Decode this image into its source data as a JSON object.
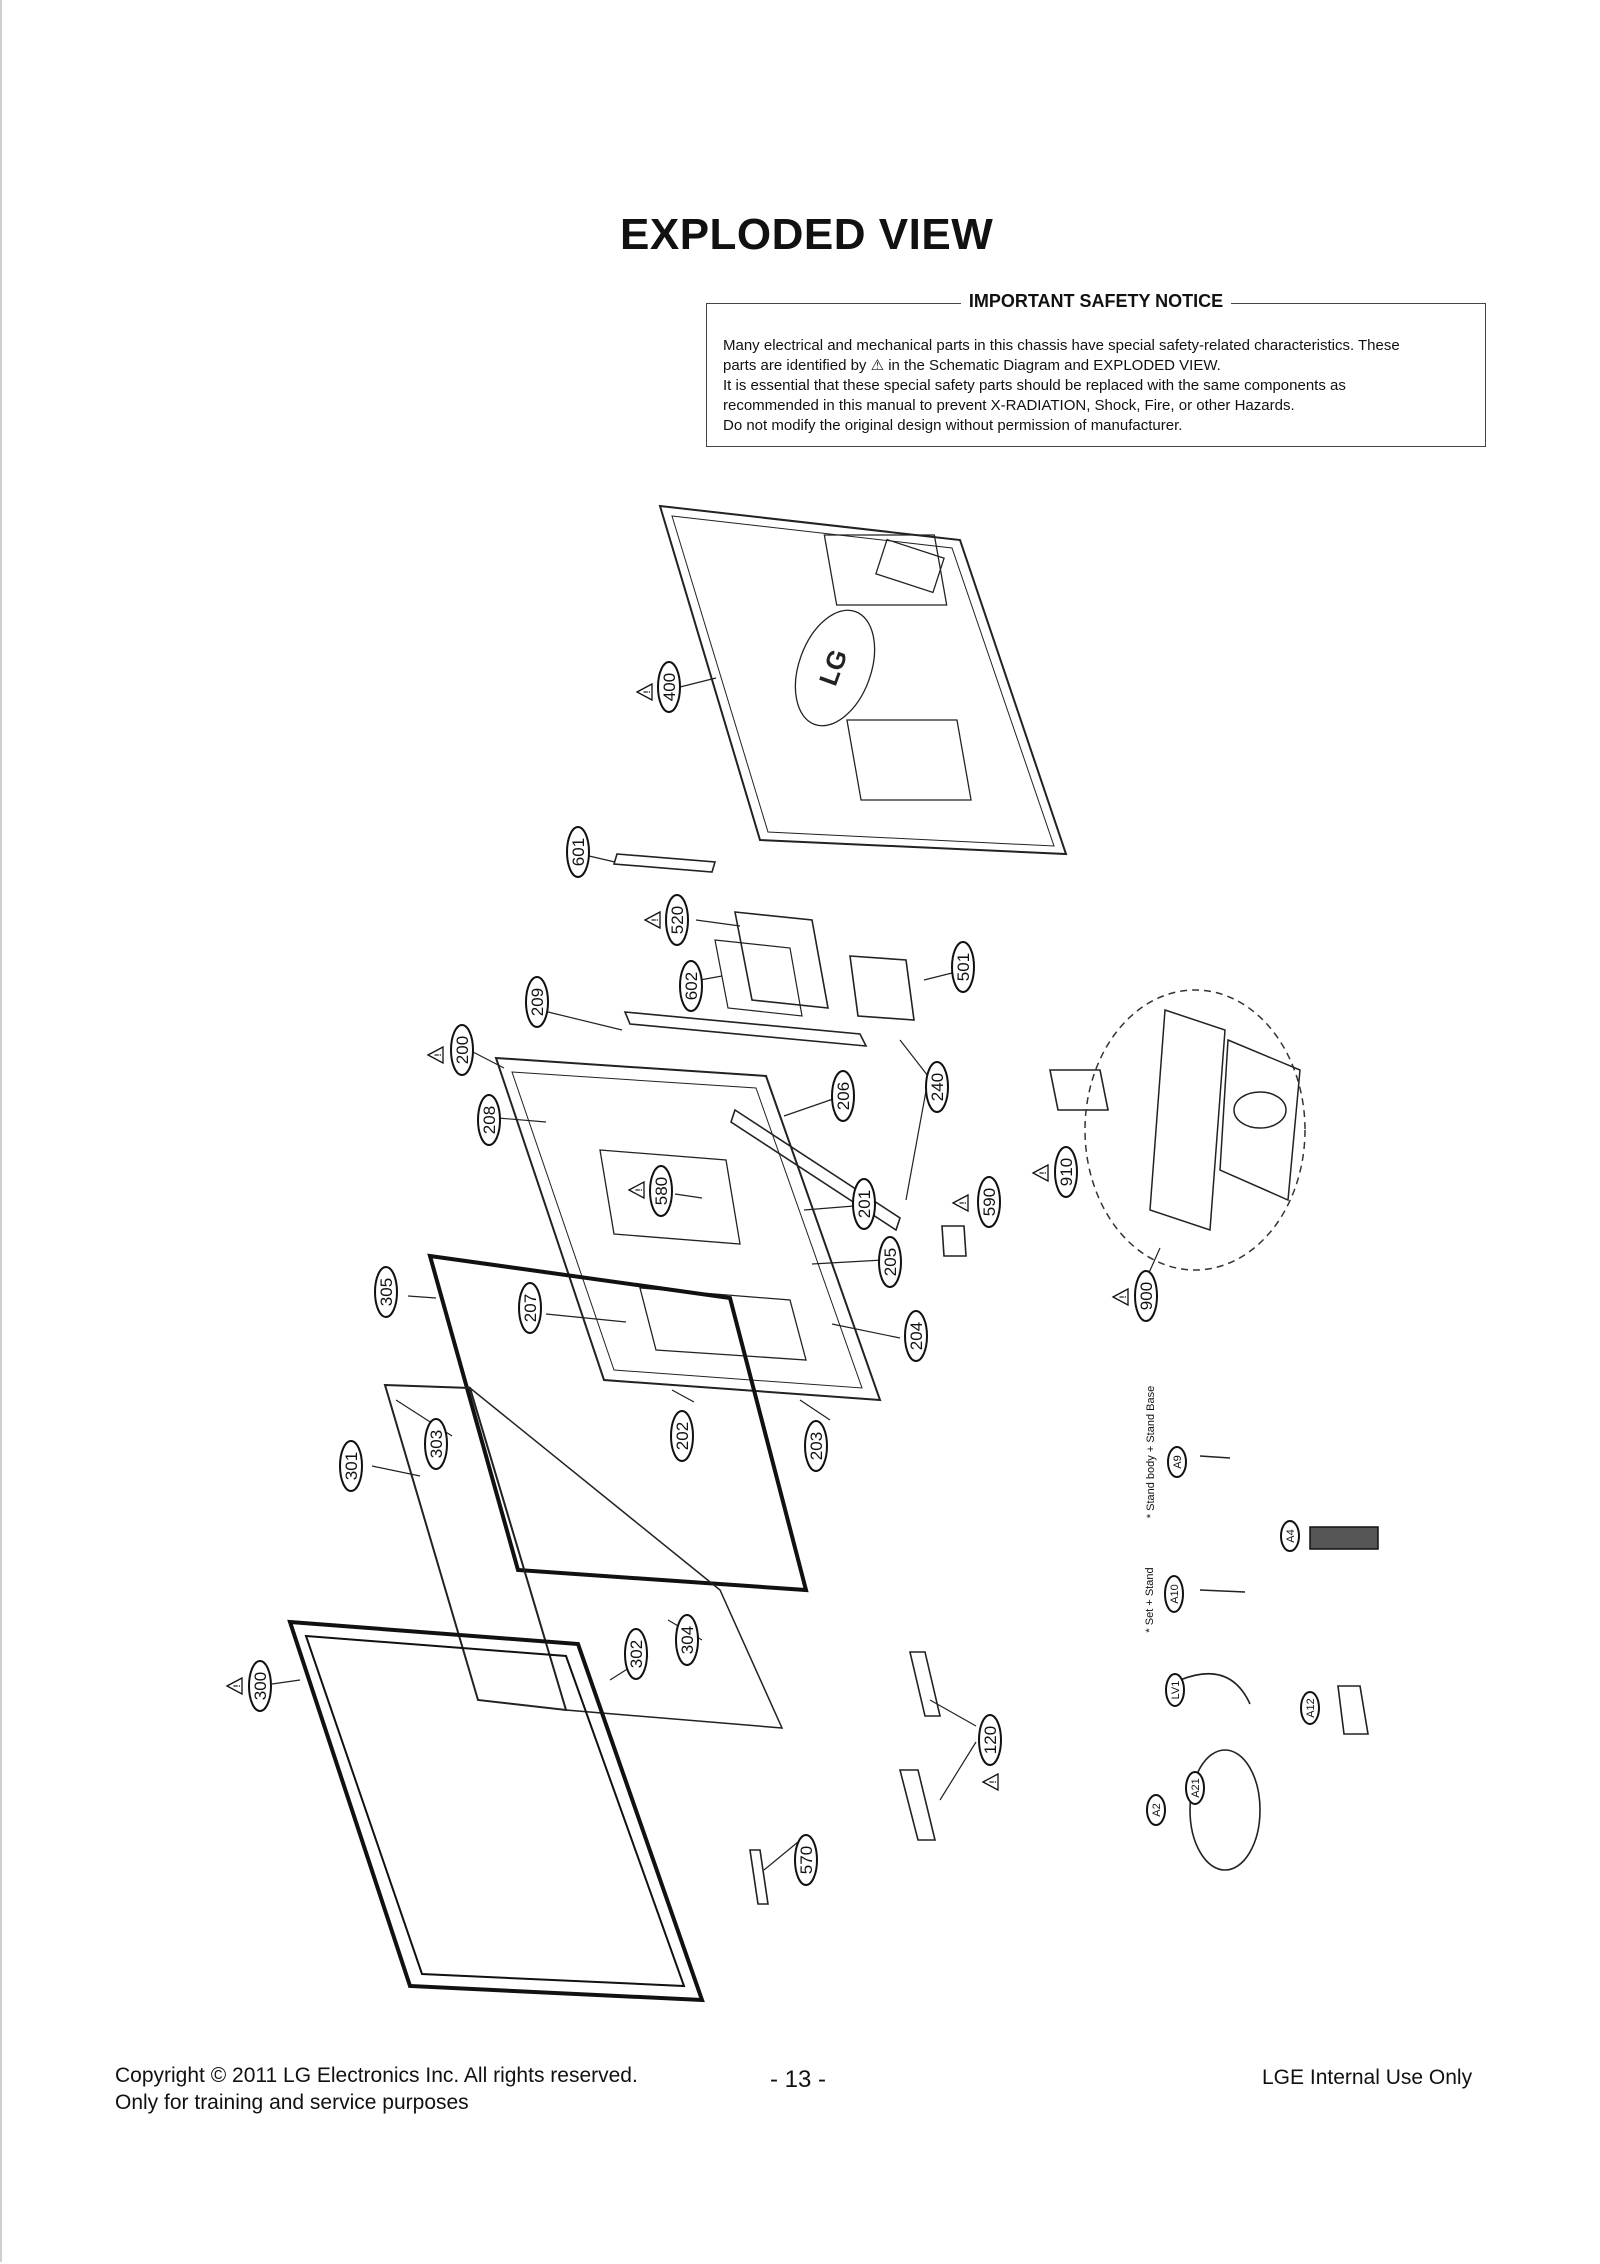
{
  "page": {
    "title": "EXPLODED VIEW"
  },
  "notice": {
    "heading": "IMPORTANT SAFETY NOTICE",
    "line1": "Many electrical and mechanical parts in this chassis have special safety-related characteristics. These",
    "line2": "parts are identified by ⚠ in the Schematic Diagram and EXPLODED VIEW.",
    "line3": "It is essential that these special safety parts should be replaced with the same components as",
    "line4": "recommended in this manual to prevent X-RADIATION, Shock, Fire, or other Hazards.",
    "line5": "Do not modify the original design without permission of manufacturer."
  },
  "diagram": {
    "logo_text": "LG",
    "labels": {
      "p400": "400",
      "p601": "601",
      "p520": "520",
      "p602": "602",
      "p501": "501",
      "p209": "209",
      "p200": "200",
      "p240": "240",
      "p208": "208",
      "p206": "206",
      "p580": "580",
      "p201": "201",
      "p590": "590",
      "p910": "910",
      "p205": "205",
      "p305": "305",
      "p207": "207",
      "p204": "204",
      "p900": "900",
      "p202": "202",
      "p203": "203",
      "p303": "303",
      "p301": "301",
      "p302": "302",
      "p304": "304",
      "p300": "300",
      "p120": "120",
      "p570": "570",
      "a9": "A9",
      "a4": "A4",
      "a10": "A10",
      "lv1": "LV1",
      "a12": "A12",
      "a21": "A21",
      "a2": "A2"
    },
    "notes": {
      "stand_base": "* Stand body + Stand Base",
      "set_stand": "* Set + Stand"
    },
    "icons": {
      "safety": "warning-triangle-icon"
    }
  },
  "footer": {
    "copyright": "Copyright © 2011 LG Electronics Inc. All rights reserved.",
    "training": "Only for training and service purposes",
    "page_number": "- 13 -",
    "internal": "LGE Internal Use Only"
  }
}
